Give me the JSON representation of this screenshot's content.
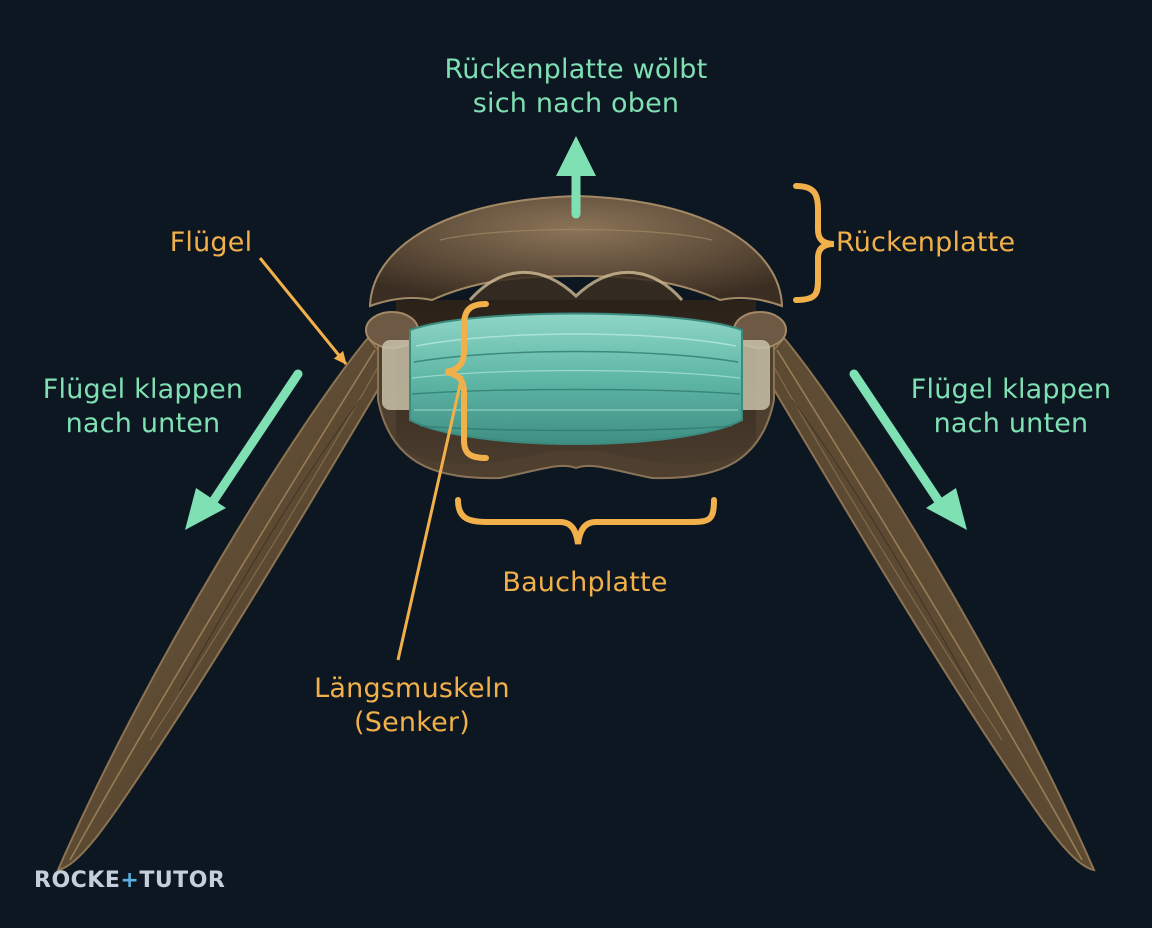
{
  "colors": {
    "background": "#0d1722",
    "teal_label": "#7fe0b4",
    "orange_label": "#f2b04a",
    "muscle": "#6fc5b4",
    "shell": "#6e5a44",
    "wing": "#6b5436"
  },
  "labels": {
    "dorsal_rise": [
      "Rückenplatte wölbt",
      "sich nach oben"
    ],
    "wing": "Flügel",
    "dorsal_plate": "Rückenplatte",
    "wings_down_left": [
      "Flügel klappen",
      "nach unten"
    ],
    "wings_down_right": [
      "Flügel klappen",
      "nach unten"
    ],
    "ventral_plate": "Bauchplatte",
    "longitudinal_muscles": [
      "Längsmuskeln",
      "(Senker)"
    ]
  },
  "brand": {
    "left": "ROCKE",
    "plus": "+",
    "right": "TUTOR"
  }
}
